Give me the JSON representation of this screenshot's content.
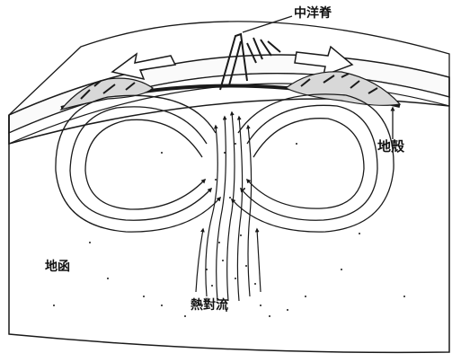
{
  "labels": {
    "mid_ocean_ridge": "中洋脊",
    "crust": "地殼",
    "mantle": "地函",
    "heat_convection": "熱對流"
  },
  "colors": {
    "ink": "#1a1a1a",
    "paper": "#ffffff"
  }
}
